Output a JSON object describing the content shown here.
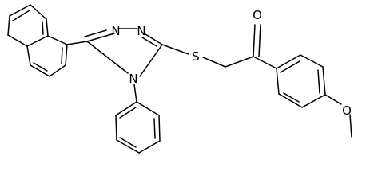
{
  "molecule": {
    "atoms": {
      "n_top_left": "N",
      "n_top_right": "N",
      "n_bottom": "N",
      "s_thioether": "S",
      "o_carbonyl": "O",
      "o_methoxy": "O"
    }
  },
  "colors": {
    "bond": "#000000",
    "label": "#000000",
    "background": "#ffffff"
  }
}
